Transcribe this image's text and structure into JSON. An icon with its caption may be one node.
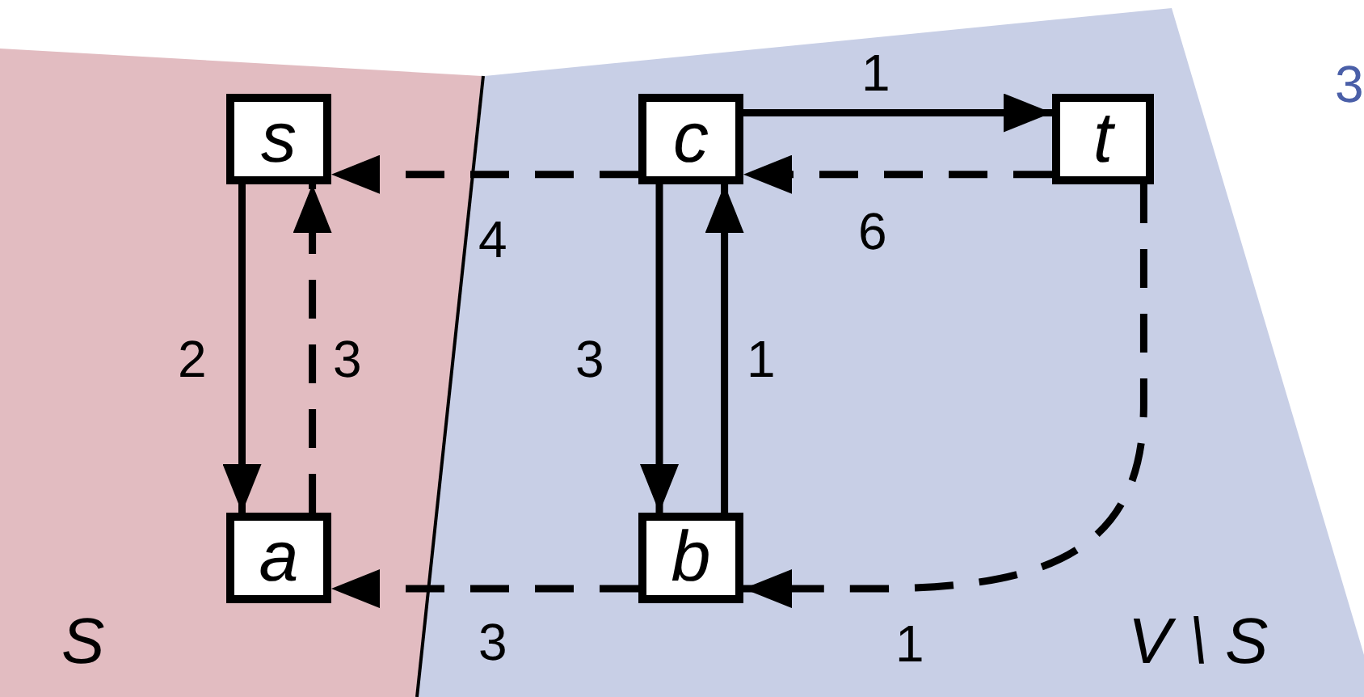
{
  "diagram": {
    "nodes": [
      {
        "text": [
          "S"
        ]
      },
      {
        "text": [
          "V \\ S"
        ]
      },
      {
        "text": [
          "s"
        ],
        "in": 0
      },
      {
        "text": [
          "c"
        ],
        "in": 1
      },
      {
        "text": [
          "t"
        ],
        "in": 1
      },
      {
        "text": [
          "a"
        ],
        "in": 0
      },
      {
        "text": [
          "b"
        ],
        "in": 1
      }
    ],
    "edges": [
      {
        "from": 2,
        "to": 5,
        "arrow": "to",
        "label": "2"
      },
      {
        "from": 5,
        "to": 2,
        "arrow": "to",
        "label": "3",
        "style": "dashed"
      },
      {
        "from": 3,
        "to": 2,
        "arrow": "to",
        "label": "4",
        "style": "dashed"
      },
      {
        "from": 3,
        "to": 4,
        "arrow": "to",
        "label": "1"
      },
      {
        "from": 4,
        "to": 3,
        "arrow": "to",
        "label": "6",
        "style": "dashed"
      },
      {
        "from": 3,
        "to": 6,
        "arrow": "to",
        "label": "3"
      },
      {
        "from": 6,
        "to": 3,
        "arrow": "to",
        "label": "1"
      },
      {
        "from": 6,
        "to": 5,
        "arrow": "to",
        "label": "3",
        "style": "dashed"
      },
      {
        "from": 4,
        "to": 6,
        "arrow": "to",
        "label": "1",
        "style": "dashed"
      }
    ],
    "labels": [
      "3"
    ]
  }
}
